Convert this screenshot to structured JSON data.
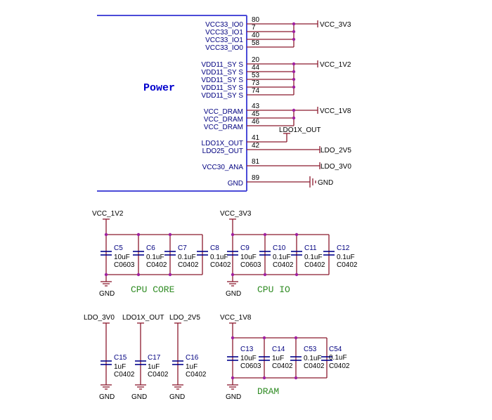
{
  "power_block": {
    "title": "Power",
    "pins": [
      {
        "name": "VCC33_IO0",
        "num": "80"
      },
      {
        "name": "VCC33_IO1",
        "num": "7"
      },
      {
        "name": "VCC33_IO1",
        "num": "40"
      },
      {
        "name": "VCC33_IO0",
        "num": "58"
      },
      {
        "name": "VDD11_SY S",
        "num": "20"
      },
      {
        "name": "VDD11_SY S",
        "num": "44"
      },
      {
        "name": "VDD11_SY S",
        "num": "53"
      },
      {
        "name": "VDD11_SY S",
        "num": "73"
      },
      {
        "name": "VDD11_SY S",
        "num": "74"
      },
      {
        "name": "VCC_DRAM",
        "num": "43"
      },
      {
        "name": "VCC_DRAM",
        "num": "45"
      },
      {
        "name": "VCC_DRAM",
        "num": "46"
      },
      {
        "name": "LDO1X_OUT",
        "num": "41"
      },
      {
        "name": "LDO25_OUT",
        "num": "42"
      },
      {
        "name": "VCC30_ANA",
        "num": "81"
      },
      {
        "name": "GND",
        "num": "89"
      }
    ],
    "nets": {
      "vcc3v3": "VCC_3V3",
      "vcc1v2": "VCC_1V2",
      "vcc1v8": "VCC_1V8",
      "ldo1x": "LDO1X_OUT",
      "ldo2v5": "LDO_2V5",
      "ldo3v0": "LDO_3V0",
      "gnd": "GND"
    }
  },
  "groups": {
    "cpu_core": {
      "label": "CPU  CORE",
      "rail": "VCC_1V2",
      "gnd": "GND",
      "caps": [
        {
          "ref": "C5",
          "value": "10uF",
          "pkg": "C0603"
        },
        {
          "ref": "C6",
          "value": "0.1uF",
          "pkg": "C0402"
        },
        {
          "ref": "C7",
          "value": "0.1uF",
          "pkg": "C0402"
        },
        {
          "ref": "C8",
          "value": "0.1uF",
          "pkg": "C0402"
        }
      ]
    },
    "cpu_io": {
      "label": "CPU  IO",
      "rail": "VCC_3V3",
      "gnd": "GND",
      "caps": [
        {
          "ref": "C9",
          "value": "10uF",
          "pkg": "C0603"
        },
        {
          "ref": "C10",
          "value": "0.1uF",
          "pkg": "C0402"
        },
        {
          "ref": "C11",
          "value": "0.1uF",
          "pkg": "C0402"
        },
        {
          "ref": "C12",
          "value": "0.1uF",
          "pkg": "C0402"
        }
      ]
    },
    "ldo": {
      "caps": [
        {
          "rail": "LDO_3V0",
          "ref": "C15",
          "value": "1uF",
          "pkg": "C0402",
          "gnd": "GND"
        },
        {
          "rail": "LDO1X_OUT",
          "ref": "C17",
          "value": "1uF",
          "pkg": "C0402",
          "gnd": "GND"
        },
        {
          "rail": "LDO_2V5",
          "ref": "C16",
          "value": "1uF",
          "pkg": "C0402",
          "gnd": "GND"
        }
      ]
    },
    "dram": {
      "label": "DRAM",
      "rail": "VCC_1V8",
      "gnd": "GND",
      "caps": [
        {
          "ref": "C13",
          "value": "10uF",
          "pkg": "C0603"
        },
        {
          "ref": "C14",
          "value": "1uF",
          "pkg": "C0402"
        },
        {
          "ref": "C53",
          "value": "0.1uF",
          "pkg": "C0402"
        },
        {
          "ref": "C54",
          "value": "0.1uF",
          "pkg": "C0402"
        }
      ]
    }
  }
}
